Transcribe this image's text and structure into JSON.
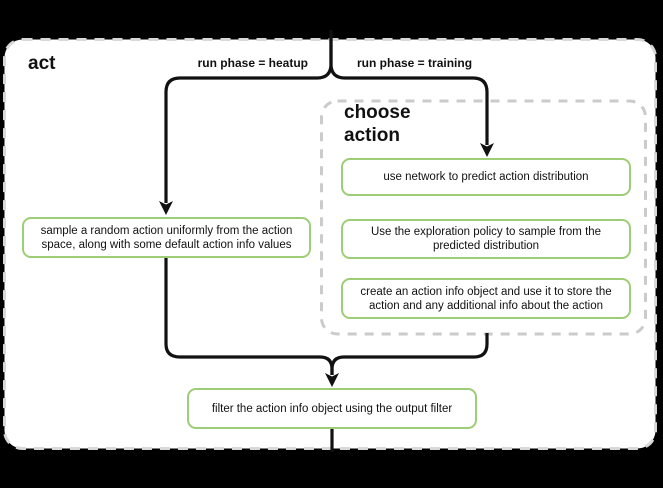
{
  "panel": {
    "label": "act",
    "fill": "#ffffff",
    "border_color": "#d8d8d8",
    "background_color": "#000000"
  },
  "branches": {
    "left_label": "run phase = heatup",
    "right_label": "run phase = training"
  },
  "group": {
    "title": "choose action",
    "border_color": "#cbcbcb",
    "steps": [
      "use network to predict action distribution",
      "Use the exploration policy to sample from the predicted distribution",
      "create an action info object and use it to store the action and any additional info about the action"
    ]
  },
  "nodes": {
    "heatup_step": "sample a random action uniformly from the action space, along with some default action info values",
    "final_step": "filter the action info object using the output filter"
  },
  "colors": {
    "node_border": "#9dce77",
    "flow_line": "#111111",
    "text": "#111111"
  }
}
